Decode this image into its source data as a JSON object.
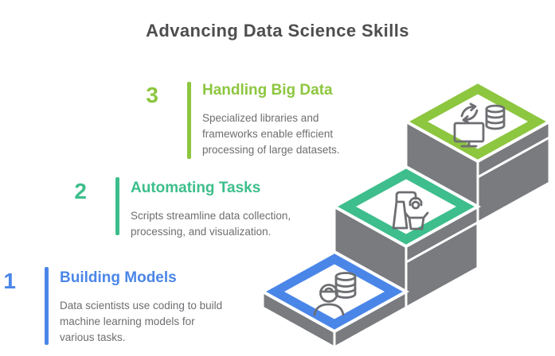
{
  "title": "Advancing Data Science Skills",
  "colors": {
    "blue": "#4a86e8",
    "emerald": "#3dbe8c",
    "lime": "#8dc63f",
    "step_gray": "#797b7e",
    "icon_gray": "#6d6e71",
    "title_gray": "#4e4e50",
    "body_gray": "#6d6e71",
    "surface_white": "#ffffff"
  },
  "items": [
    {
      "number": "1",
      "heading": "Building Models",
      "description": [
        "Data scientists use coding to build",
        "machine learning models for",
        "various tasks."
      ],
      "color": "#4a86e8",
      "icon": "person-database-icon"
    },
    {
      "number": "2",
      "heading": "Automating Tasks",
      "description": [
        "Scripts streamline data collection,",
        "processing, and visualization."
      ],
      "color": "#3dbe8c",
      "icon": "robot-arm-box-icon"
    },
    {
      "number": "3",
      "heading": "Handling Big Data",
      "description": [
        "Specialized libraries and",
        "frameworks enable efficient",
        "processing of large datasets."
      ],
      "color": "#8dc63f",
      "icon": "monitor-database-sync-icon"
    }
  ]
}
